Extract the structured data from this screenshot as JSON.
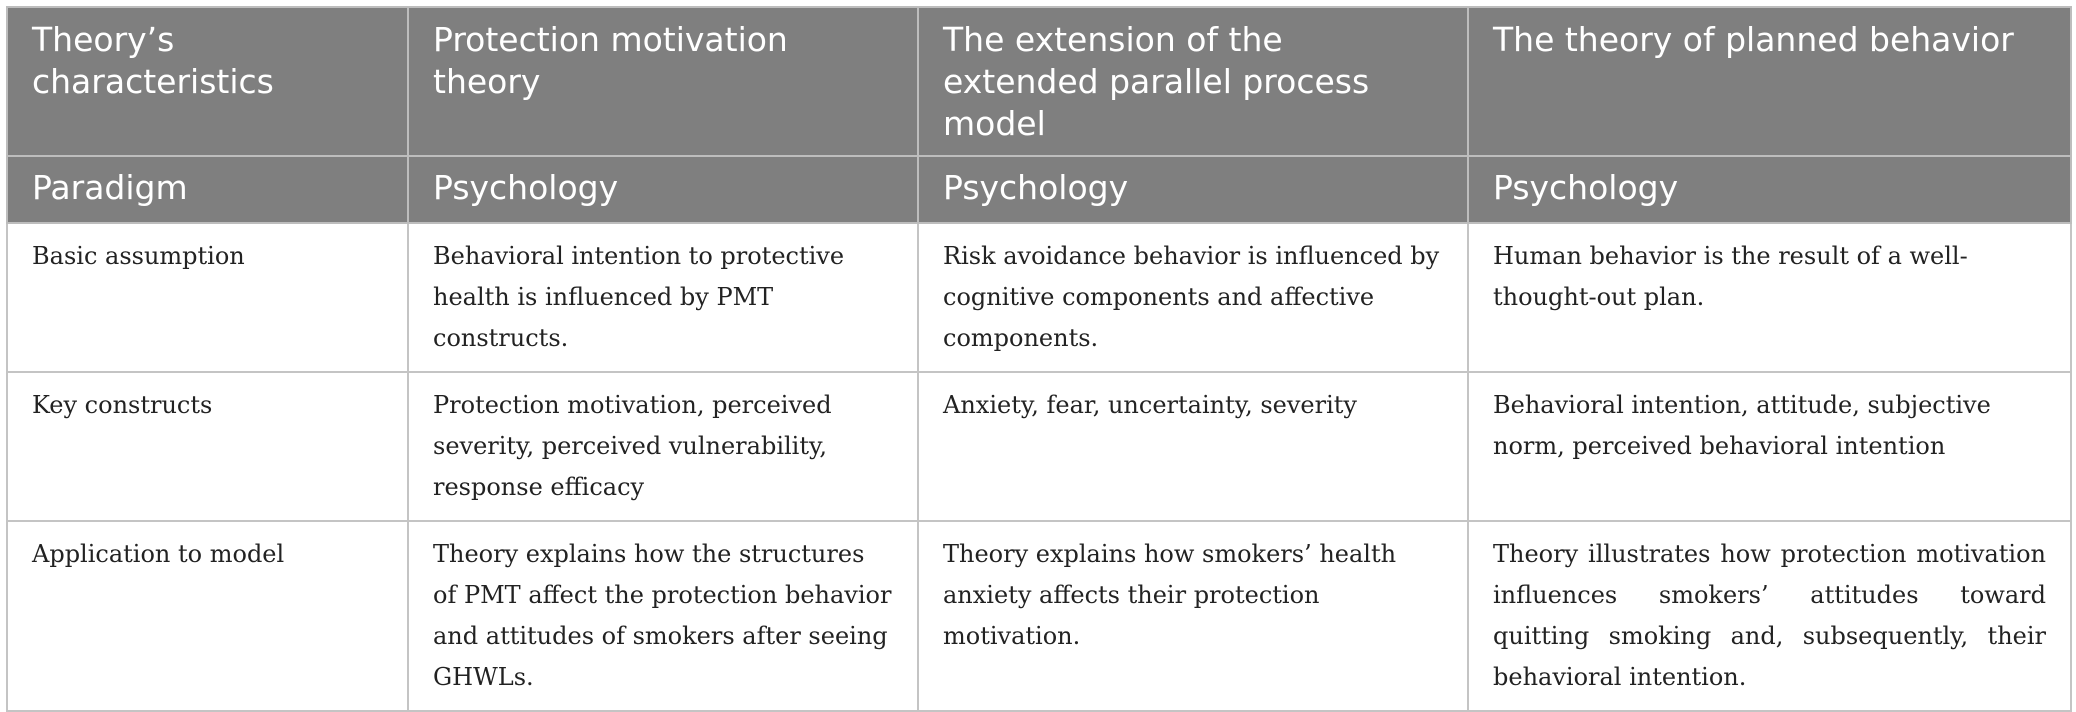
{
  "table": {
    "header": {
      "col1": "Theory’s characteristics",
      "col2": "Protection motivation theory",
      "col3": "The extension of the extended parallel process model",
      "col4": "The theory of planned behavior"
    },
    "paradigm": {
      "label": "Paradigm",
      "col2": "Psychology",
      "col3": "Psychology",
      "col4": "Psychology"
    },
    "rows": [
      {
        "label": "Basic assumption",
        "col2": "Behavioral intention to protective health is influenced by PMT constructs.",
        "col3": "Risk avoidance behavior is influenced by cognitive components and affective components.",
        "col4": "Human behavior is the result of a well-thought-out plan."
      },
      {
        "label": "Key constructs",
        "col2": "Protection motivation, perceived severity, perceived vulnerability, response efficacy",
        "col3": "Anxiety, fear, uncertainty, severity",
        "col4": "Behavioral intention, attitude, subjective norm, perceived behavioral intention"
      },
      {
        "label": "Application to model",
        "col2": "Theory explains how the structures of PMT affect the protection behavior and attitudes of smokers after seeing GHWLs.",
        "col3": "Theory explains how smokers’ health anxiety affects their protection motivation.",
        "col4": "Theory illustrates how protection motivation influences smokers’ attitudes toward quitting smoking and, subsequently, their behavioral intention."
      }
    ]
  }
}
